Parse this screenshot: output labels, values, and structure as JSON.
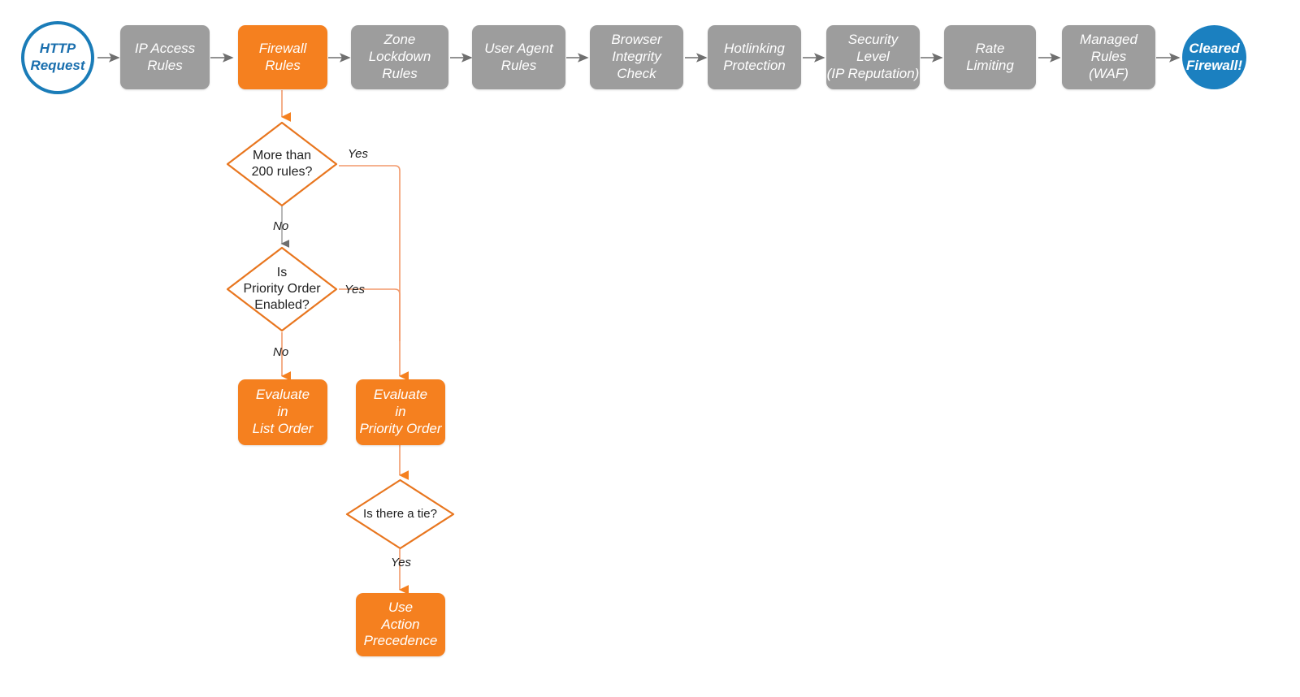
{
  "diagram": {
    "title": "Cloudflare Firewall Rules evaluation order flowchart",
    "colors": {
      "gray_node": "#9d9d9d",
      "orange_node": "#f5801f",
      "blue_accent": "#1b80c0",
      "blue_outline": "#1a7cb8",
      "gray_connector": "#7f7f7f",
      "orange_connector": "#f2996b",
      "text_dark": "#1f1f1f"
    },
    "pipeline": [
      {
        "id": "http-request",
        "label": "HTTP\nRequest",
        "shape": "circle-outline",
        "style": "blue-outline"
      },
      {
        "id": "ip-access-rules",
        "label": "IP Access\nRules",
        "shape": "rect",
        "style": "gray"
      },
      {
        "id": "firewall-rules",
        "label": "Firewall\nRules",
        "shape": "rect",
        "style": "orange"
      },
      {
        "id": "zone-lockdown-rules",
        "label": "Zone\nLockdown\nRules",
        "shape": "rect",
        "style": "gray"
      },
      {
        "id": "user-agent-rules",
        "label": "User Agent\nRules",
        "shape": "rect",
        "style": "gray"
      },
      {
        "id": "browser-integrity-check",
        "label": "Browser\nIntegrity\nCheck",
        "shape": "rect",
        "style": "gray"
      },
      {
        "id": "hotlinking-protection",
        "label": "Hotlinking\nProtection",
        "shape": "rect",
        "style": "gray"
      },
      {
        "id": "security-level",
        "label": "Security\nLevel\n(IP Reputation)",
        "shape": "rect",
        "style": "gray"
      },
      {
        "id": "rate-limiting",
        "label": "Rate\nLimiting",
        "shape": "rect",
        "style": "gray"
      },
      {
        "id": "managed-rules-waf",
        "label": "Managed\nRules\n(WAF)",
        "shape": "rect",
        "style": "gray"
      },
      {
        "id": "cleared-firewall",
        "label": "Cleared\nFirewall!",
        "shape": "circle-solid",
        "style": "blue-solid"
      }
    ],
    "decisions": [
      {
        "id": "more-than-200-rules",
        "label": "More than\n200 rules?"
      },
      {
        "id": "is-priority-order-enabled",
        "label": "Is\nPriority Order\nEnabled?"
      },
      {
        "id": "is-there-a-tie",
        "label": "Is there a tie?"
      }
    ],
    "outcomes": [
      {
        "id": "evaluate-in-list-order",
        "label": "Evaluate\nin\nList Order"
      },
      {
        "id": "evaluate-in-priority-order",
        "label": "Evaluate\nin\nPriority Order"
      },
      {
        "id": "use-action-precedence",
        "label": "Use\nAction\nPrecedence"
      }
    ],
    "edge_labels": {
      "rules_yes": "Yes",
      "rules_no": "No",
      "priority_yes": "Yes",
      "priority_no": "No",
      "tie_yes": "Yes"
    }
  }
}
